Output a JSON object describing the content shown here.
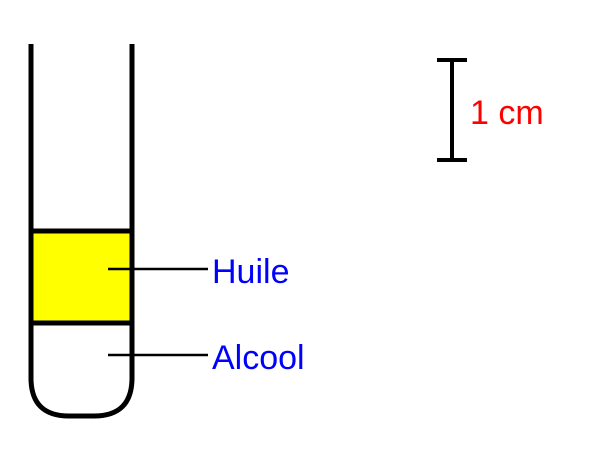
{
  "labels": {
    "oil": "Huile",
    "alcohol": "Alcool",
    "scale": "1 cm"
  },
  "colors": {
    "oil_fill": "#ffff00",
    "outline": "#000000",
    "label_text": "#0000ff",
    "scale_text": "#ff0000",
    "background": "#ffffff"
  }
}
